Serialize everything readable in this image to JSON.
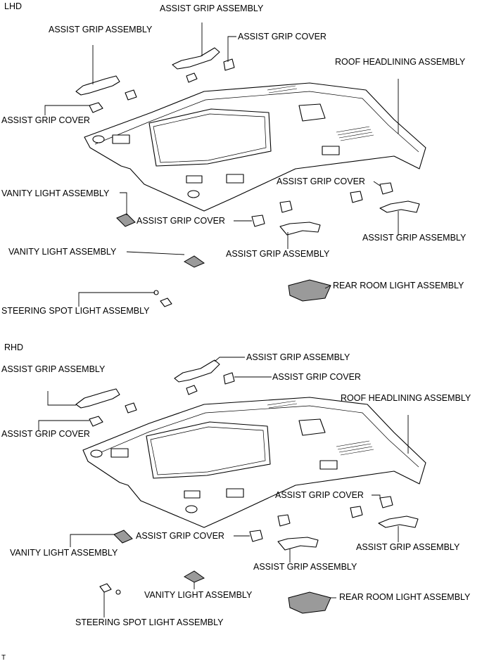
{
  "diagram": {
    "footer_code": "T",
    "sections": [
      {
        "id": "lhd",
        "heading": "LHD",
        "labels": [
          "ASSIST GRIP ASSEMBLY",
          "ASSIST GRIP ASSEMBLY",
          "ASSIST GRIP COVER",
          "ROOF HEADLINING ASSEMBLY",
          "ASSIST GRIP COVER",
          "VANITY LIGHT ASSEMBLY",
          "ASSIST GRIP COVER",
          "ASSIST GRIP COVER",
          "ASSIST GRIP ASSEMBLY",
          "VANITY LIGHT ASSEMBLY",
          "ASSIST GRIP ASSEMBLY",
          "REAR ROOM LIGHT ASSEMBLY",
          "STEERING SPOT LIGHT ASSEMBLY"
        ]
      },
      {
        "id": "rhd",
        "heading": "RHD",
        "labels": [
          "ASSIST GRIP ASSEMBLY",
          "ASSIST GRIP ASSEMBLY",
          "ASSIST GRIP COVER",
          "ROOF HEADLINING ASSEMBLY",
          "ASSIST GRIP COVER",
          "ASSIST GRIP COVER",
          "VANITY LIGHT ASSEMBLY",
          "ASSIST GRIP COVER",
          "ASSIST GRIP ASSEMBLY",
          "ASSIST GRIP ASSEMBLY",
          "VANITY LIGHT ASSEMBLY",
          "REAR ROOM LIGHT ASSEMBLY",
          "STEERING SPOT LIGHT ASSEMBLY"
        ]
      }
    ]
  }
}
